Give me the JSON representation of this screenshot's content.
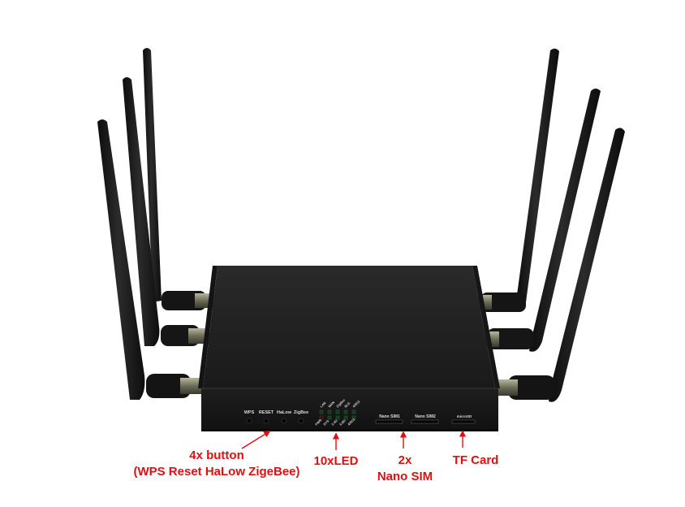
{
  "panel": {
    "buttons": [
      "WPS",
      "RESET",
      "HaLow",
      "ZigBee"
    ],
    "led_top_labels": [
      "LAN",
      "WAN",
      "ZigBee",
      "BLE",
      "4/5G2"
    ],
    "led_bottom_labels": [
      "PWR",
      "SYS",
      "2.4G",
      "5.8G",
      "4/5G1"
    ],
    "sim_slots": [
      "Nano SIM1",
      "Nano SIM2"
    ],
    "tf_slot": "microSD"
  },
  "callouts": {
    "buttons": {
      "line1": "4x button",
      "line2": "(WPS  Reset HaLow ZigeBee)"
    },
    "leds": {
      "line1": "10xLED"
    },
    "sim": {
      "line1": "2x",
      "line2": "Nano SIM"
    },
    "tf": {
      "line1": "TF Card"
    }
  },
  "colors": {
    "callout": "#e01010",
    "body": "#1c1c1c",
    "antenna": "#151515",
    "connector": "#8a8a6a"
  }
}
